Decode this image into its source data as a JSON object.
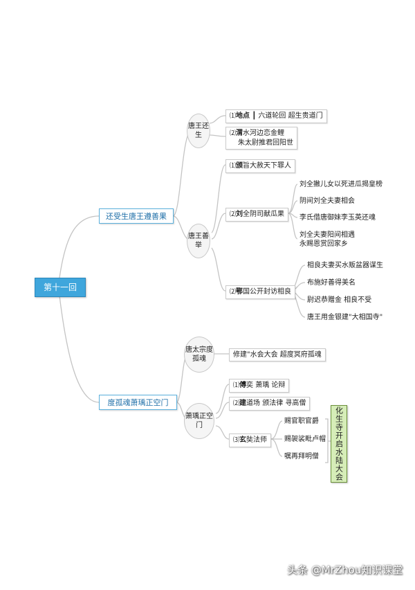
{
  "root": "第十一回",
  "branches": [
    {
      "label": "还受生唐王遵善果",
      "groups": [
        {
          "label": "唐王还生",
          "items": [
            {
              "num": "⑴",
              "head": "地点",
              "lines": [
                "┃ 六道轮回  超生贵道门"
              ]
            },
            {
              "num": "⑵",
              "head": "渭",
              "lines": [
                "水河边恋金鲤",
                "朱太尉推君回阳世"
              ]
            }
          ]
        },
        {
          "label": "唐王善举",
          "items": [
            {
              "num": "⑴",
              "head": "颁",
              "lines": [
                "旨大赦天下罪人"
              ]
            },
            {
              "num": "⑵",
              "head": "刘",
              "lines": [
                "全阴司献瓜果"
              ],
              "children": [
                "刘全撇儿女以死进瓜揭皇榜",
                "阴间刘全夫妻相会",
                "李氏借唐御妹李玉英还魂",
                "刘全夫妻阳间相遇",
                "永赐恩赏回家乡"
              ]
            },
            {
              "num": "⑵",
              "head": "鄂",
              "lines": [
                "国公开封访相良"
              ],
              "children": [
                "相良夫妻买水贩盆器谋生",
                "布施好善得美名",
                "尉迟恭赠金  相良不受",
                "唐王用金银建\"大相国寺\""
              ]
            }
          ]
        }
      ]
    },
    {
      "label": "度孤魂萧瑀正空门",
      "groups": [
        {
          "label": "唐太宗度孤魂",
          "items": [
            {
              "text": "修建\"水会大会  超度冥府孤魂"
            }
          ]
        },
        {
          "label": "萧瑀正空门",
          "items": [
            {
              "num": "⑴",
              "head": "傅",
              "lines": [
                "奕  萧瑀  论辩"
              ]
            },
            {
              "num": "⑵",
              "head": "建",
              "lines": [
                "道场  颁法律  寻高僧"
              ]
            },
            {
              "num": "⑶",
              "head": "玄",
              "lines": [
                "奘法师"
              ],
              "children": [
                "赐官职官爵",
                "赐袈裟毗卢帽",
                "嘱再拜明僧"
              ]
            }
          ]
        }
      ]
    }
  ],
  "callout": "化生寺开启水陆大会",
  "watermark": "头条 @MrZhou知识课堂"
}
